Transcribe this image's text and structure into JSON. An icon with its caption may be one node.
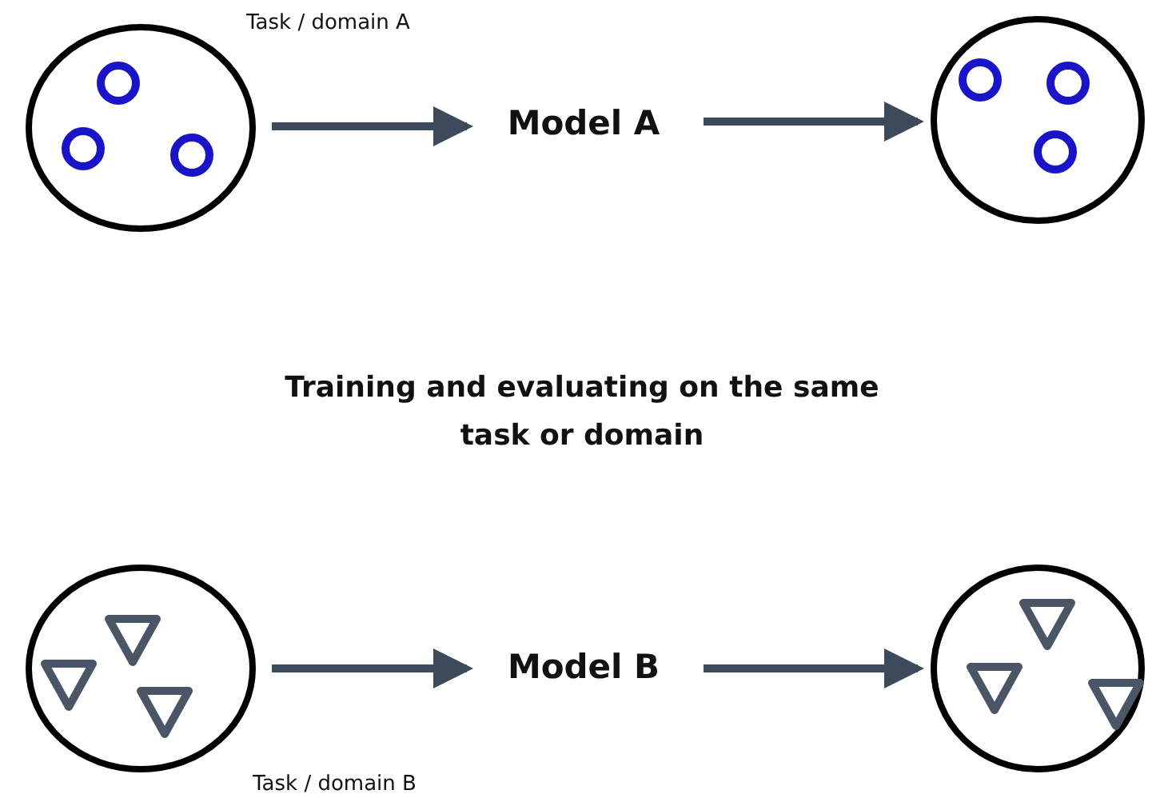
{
  "diagram": {
    "nodes": [
      {
        "text": [
          "Task / domain A"
        ]
      },
      {
        "text": [
          "Model A"
        ]
      },
      {
        "text": [],
        "shape": "ellipse"
      },
      {
        "text": [
          "Task / domain B"
        ]
      },
      {
        "text": [
          "Model B"
        ]
      },
      {
        "text": [],
        "shape": "ellipse"
      }
    ],
    "edges": [
      {
        "from": 0,
        "to": 1,
        "arrow": "to"
      },
      {
        "from": 1,
        "to": 2,
        "arrow": "to"
      },
      {
        "from": 3,
        "to": 4,
        "arrow": "to"
      },
      {
        "from": 4,
        "to": 5,
        "arrow": "to"
      }
    ],
    "labels": [
      "Training and evaluating on the same task or domain"
    ]
  }
}
